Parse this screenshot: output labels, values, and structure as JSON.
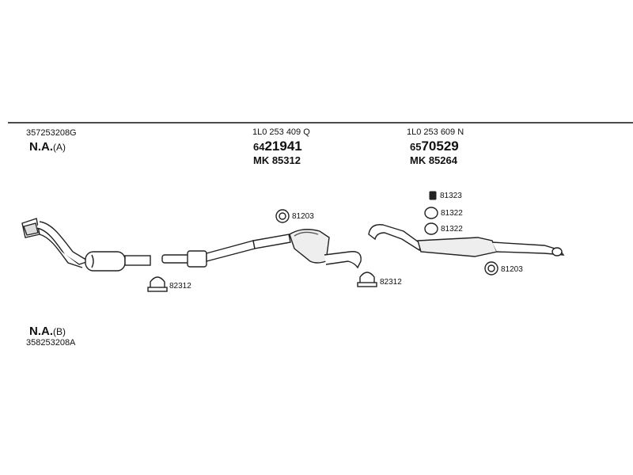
{
  "part_a": {
    "code": "357253208G",
    "label": "N.A.",
    "suffix": "(A)"
  },
  "part_b": {
    "code": "358253208A",
    "label": "N.A.",
    "suffix": "(B)"
  },
  "middle_muffler": {
    "oe_number": "1L0 253 409 Q",
    "prefix": "64",
    "number": "21941",
    "mk": "MK 85312"
  },
  "rear_muffler": {
    "oe_number": "1L0 253 609 N",
    "prefix": "65",
    "number": "70529",
    "mk": "MK 85264"
  },
  "refs": {
    "clamp_left": "82312",
    "clamp_middle": "82312",
    "ring_middle": "81203",
    "ring_rear": "81203",
    "hanger_top": "81323",
    "ring_rear_1": "81322",
    "ring_rear_2": "81322"
  }
}
